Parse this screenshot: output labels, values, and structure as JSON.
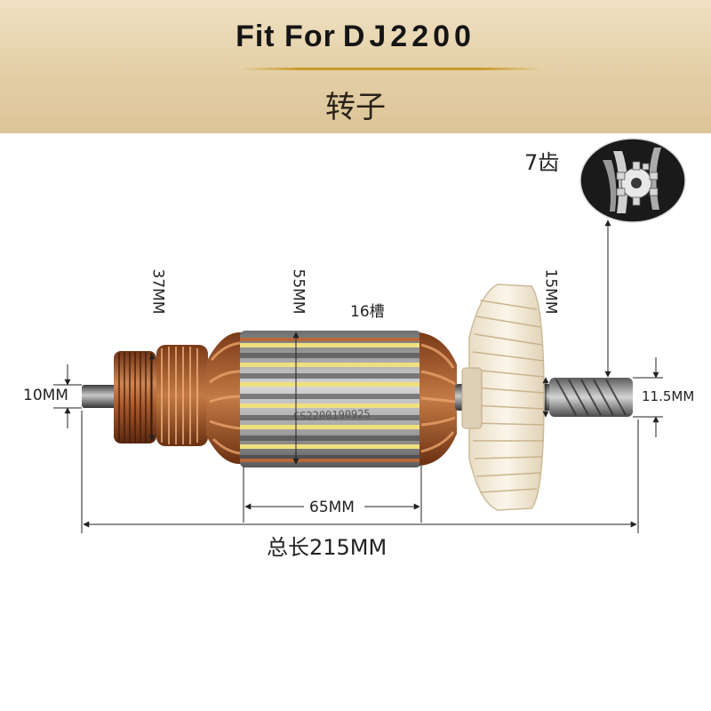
{
  "header": {
    "title_prefix": "Fit For",
    "title_model": "DJ2200",
    "subtitle": "转子"
  },
  "labels": {
    "teeth": "7齿",
    "commutator_dia": "37MM",
    "core_dia": "55MM",
    "fan_dim": "15MM",
    "slots": "16槽",
    "shaft_left": "10MM",
    "shaft_right": "11.5MM",
    "core_length": "65MM",
    "total_length": "总长215MM",
    "core_stamp": "CS2200190925"
  },
  "colors": {
    "header_bg": "#e4cfa6",
    "gold_line": "#c99a2e",
    "copper": "#b8673a",
    "steel": "#b9b9b9",
    "fan": "#f3ead8"
  }
}
